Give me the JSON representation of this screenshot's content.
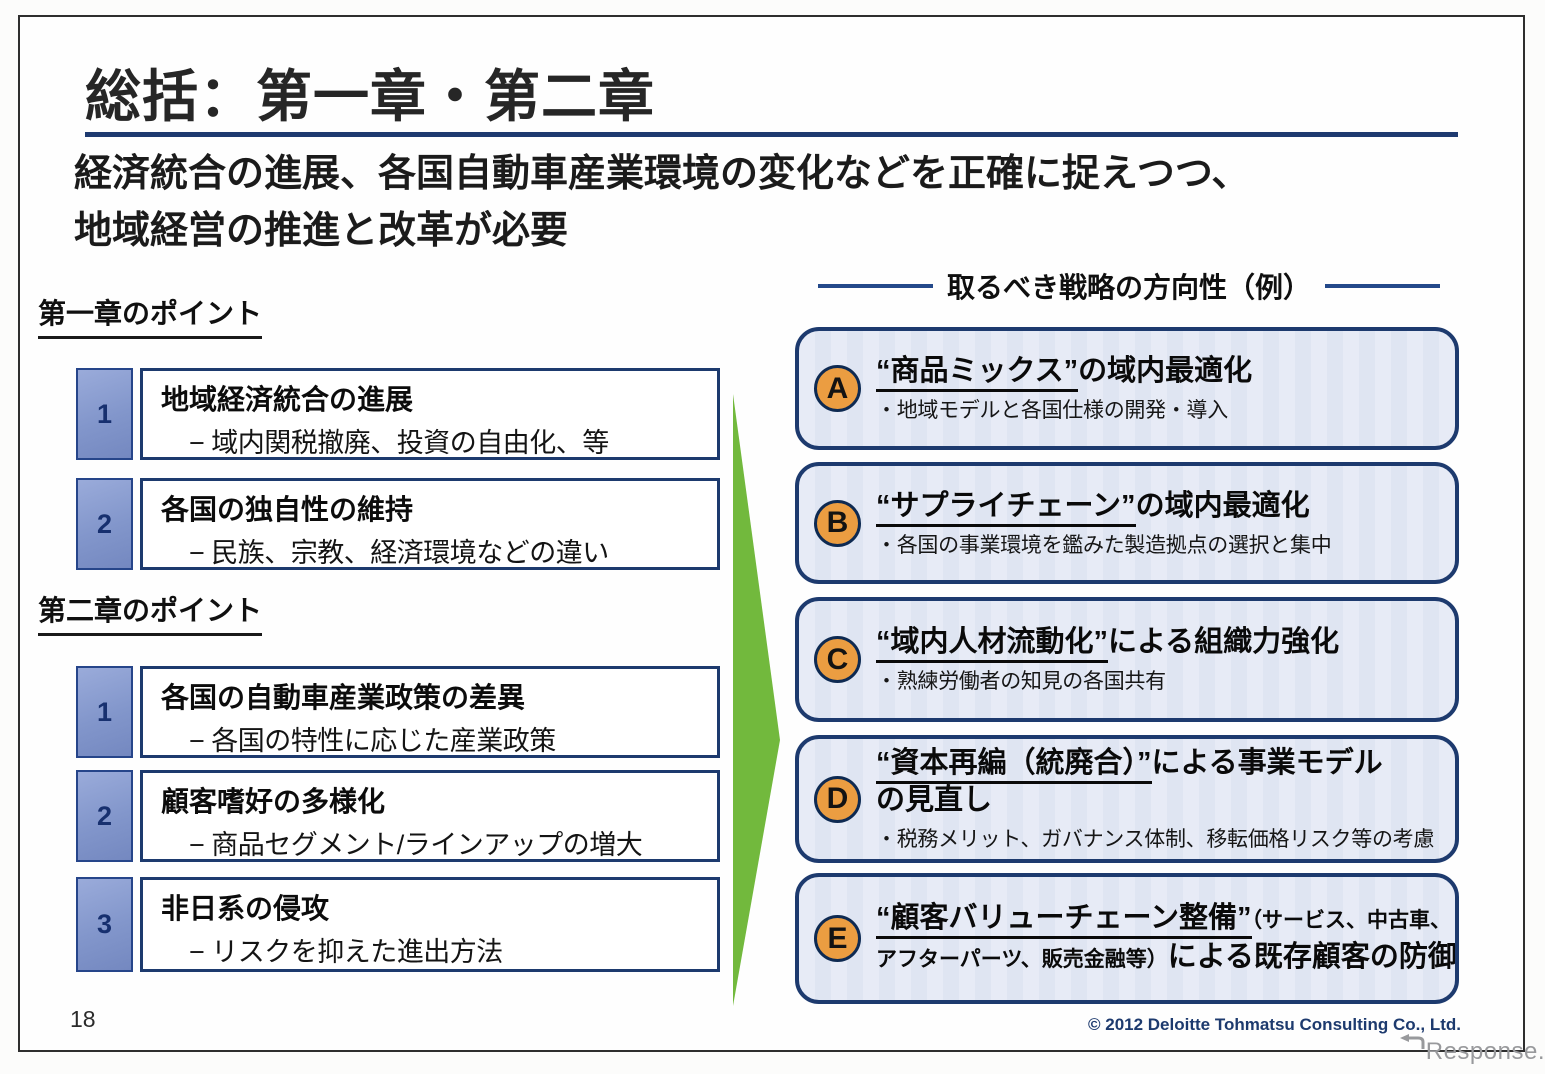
{
  "slide": {
    "title": "総括：第一章・第二章",
    "subtitle_line1": "経済統合の進展、各国自動車産業環境の変化などを正確に捉えつつ、",
    "subtitle_line2": "地域経営の推進と改革が必要",
    "page_number": "18",
    "copyright": "© 2012 Deloitte Tohmatsu Consulting Co., Ltd.",
    "watermark": "Response."
  },
  "chapter1": {
    "heading": "第一章のポイント",
    "items": [
      {
        "num": "1",
        "title": "地域経済統合の進展",
        "sub": "− 域内関税撤廃、投資の自由化、等"
      },
      {
        "num": "2",
        "title": "各国の独自性の維持",
        "sub": "− 民族、宗教、経済環境などの違い"
      }
    ]
  },
  "chapter2": {
    "heading": "第二章のポイント",
    "items": [
      {
        "num": "1",
        "title": "各国の自動車産業政策の差異",
        "sub": "− 各国の特性に応じた産業政策"
      },
      {
        "num": "2",
        "title": "顧客嗜好の多様化",
        "sub": "− 商品セグメント/ラインアップの増大"
      },
      {
        "num": "3",
        "title": "非日系の侵攻",
        "sub": "− リスクを抑えた進出方法"
      }
    ]
  },
  "strategy": {
    "header": "取るべき戦略の方向性（例）",
    "cards": [
      {
        "letter": "A",
        "quote": "“商品ミックス”",
        "rest": "の域内最適化",
        "bullet": "・地域モデルと各国仕様の開発・導入"
      },
      {
        "letter": "B",
        "quote": "“サプライチェーン”",
        "rest": "の域内最適化",
        "bullet": "・各国の事業環境を鑑みた製造拠点の選択と集中"
      },
      {
        "letter": "C",
        "quote": "“域内人材流動化”",
        "rest": "による組織力強化",
        "bullet": "・熟練労働者の知見の各国共有"
      },
      {
        "letter": "D",
        "quote": "“資本再編（統廃合）”",
        "rest": "による事業モデル",
        "rest2": "の見直し",
        "bullet": "・税務メリット、ガバナンス体制、移転価格リスク等の考慮"
      },
      {
        "letter": "E",
        "quote": "“顧客バリューチェーン整備”",
        "small1": "（サービス、中古車、",
        "small2": "アフターパーツ、販売金融等）",
        "rest2": "による既存顧客の防御"
      }
    ]
  },
  "colors": {
    "navy_border": "#1d3a6e",
    "title_rule": "#1e3a70",
    "card_fill": "#e3e8f4",
    "badge_orange": "#eb9d41",
    "num_box_blue": "#8296cb",
    "arrow_green": "#72b93d",
    "copyright_blue": "#1d3a6e",
    "watermark_gray": "#98999c"
  }
}
